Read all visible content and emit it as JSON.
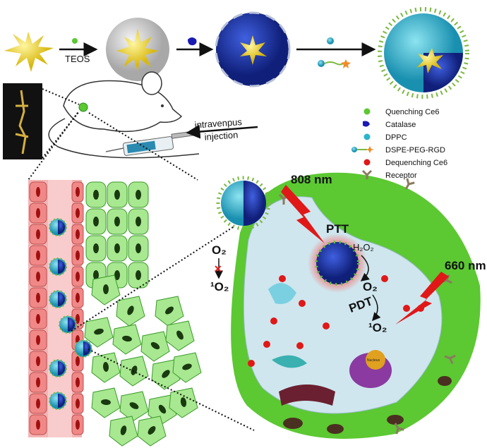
{
  "labels": {
    "teos": "TEOS",
    "injection_line1": "intravenpus",
    "injection_line2": "injection",
    "laser_808": "808 nm",
    "laser_660": "660 nm",
    "ptt": "PTT",
    "pdt": "PDT",
    "h2o2": "H₂O₂",
    "o2_inner": "O₂",
    "singlet_o2_inner": "¹O₂",
    "o2_outer": "O₂",
    "singlet_o2_outer": "¹O₂",
    "nucleus": "Nucleus"
  },
  "legend": [
    {
      "label": "Quenching Ce6",
      "icon": "green-dot",
      "color": "#5cc832"
    },
    {
      "label": "Catalase",
      "icon": "blue-blob",
      "color": "#1a1ab4"
    },
    {
      "label": "DPPC",
      "icon": "cyan-dot",
      "color": "#2ab4cc"
    },
    {
      "label": "DSPE-PEG-RGD",
      "icon": "lipid-star",
      "color": "#f08c28"
    },
    {
      "label": "Dequenching Ce6",
      "icon": "red-dot",
      "color": "#e01818"
    },
    {
      "label": "Receptor",
      "icon": "y-receptor",
      "color": "#8c7a60"
    }
  ],
  "colors": {
    "gold_star": "#f0dc28",
    "cell_green": "#5cc832",
    "vessel_red": "#f0a0a0",
    "cytoplasm": "#cfe6ee",
    "laser_red": "#e01818"
  }
}
